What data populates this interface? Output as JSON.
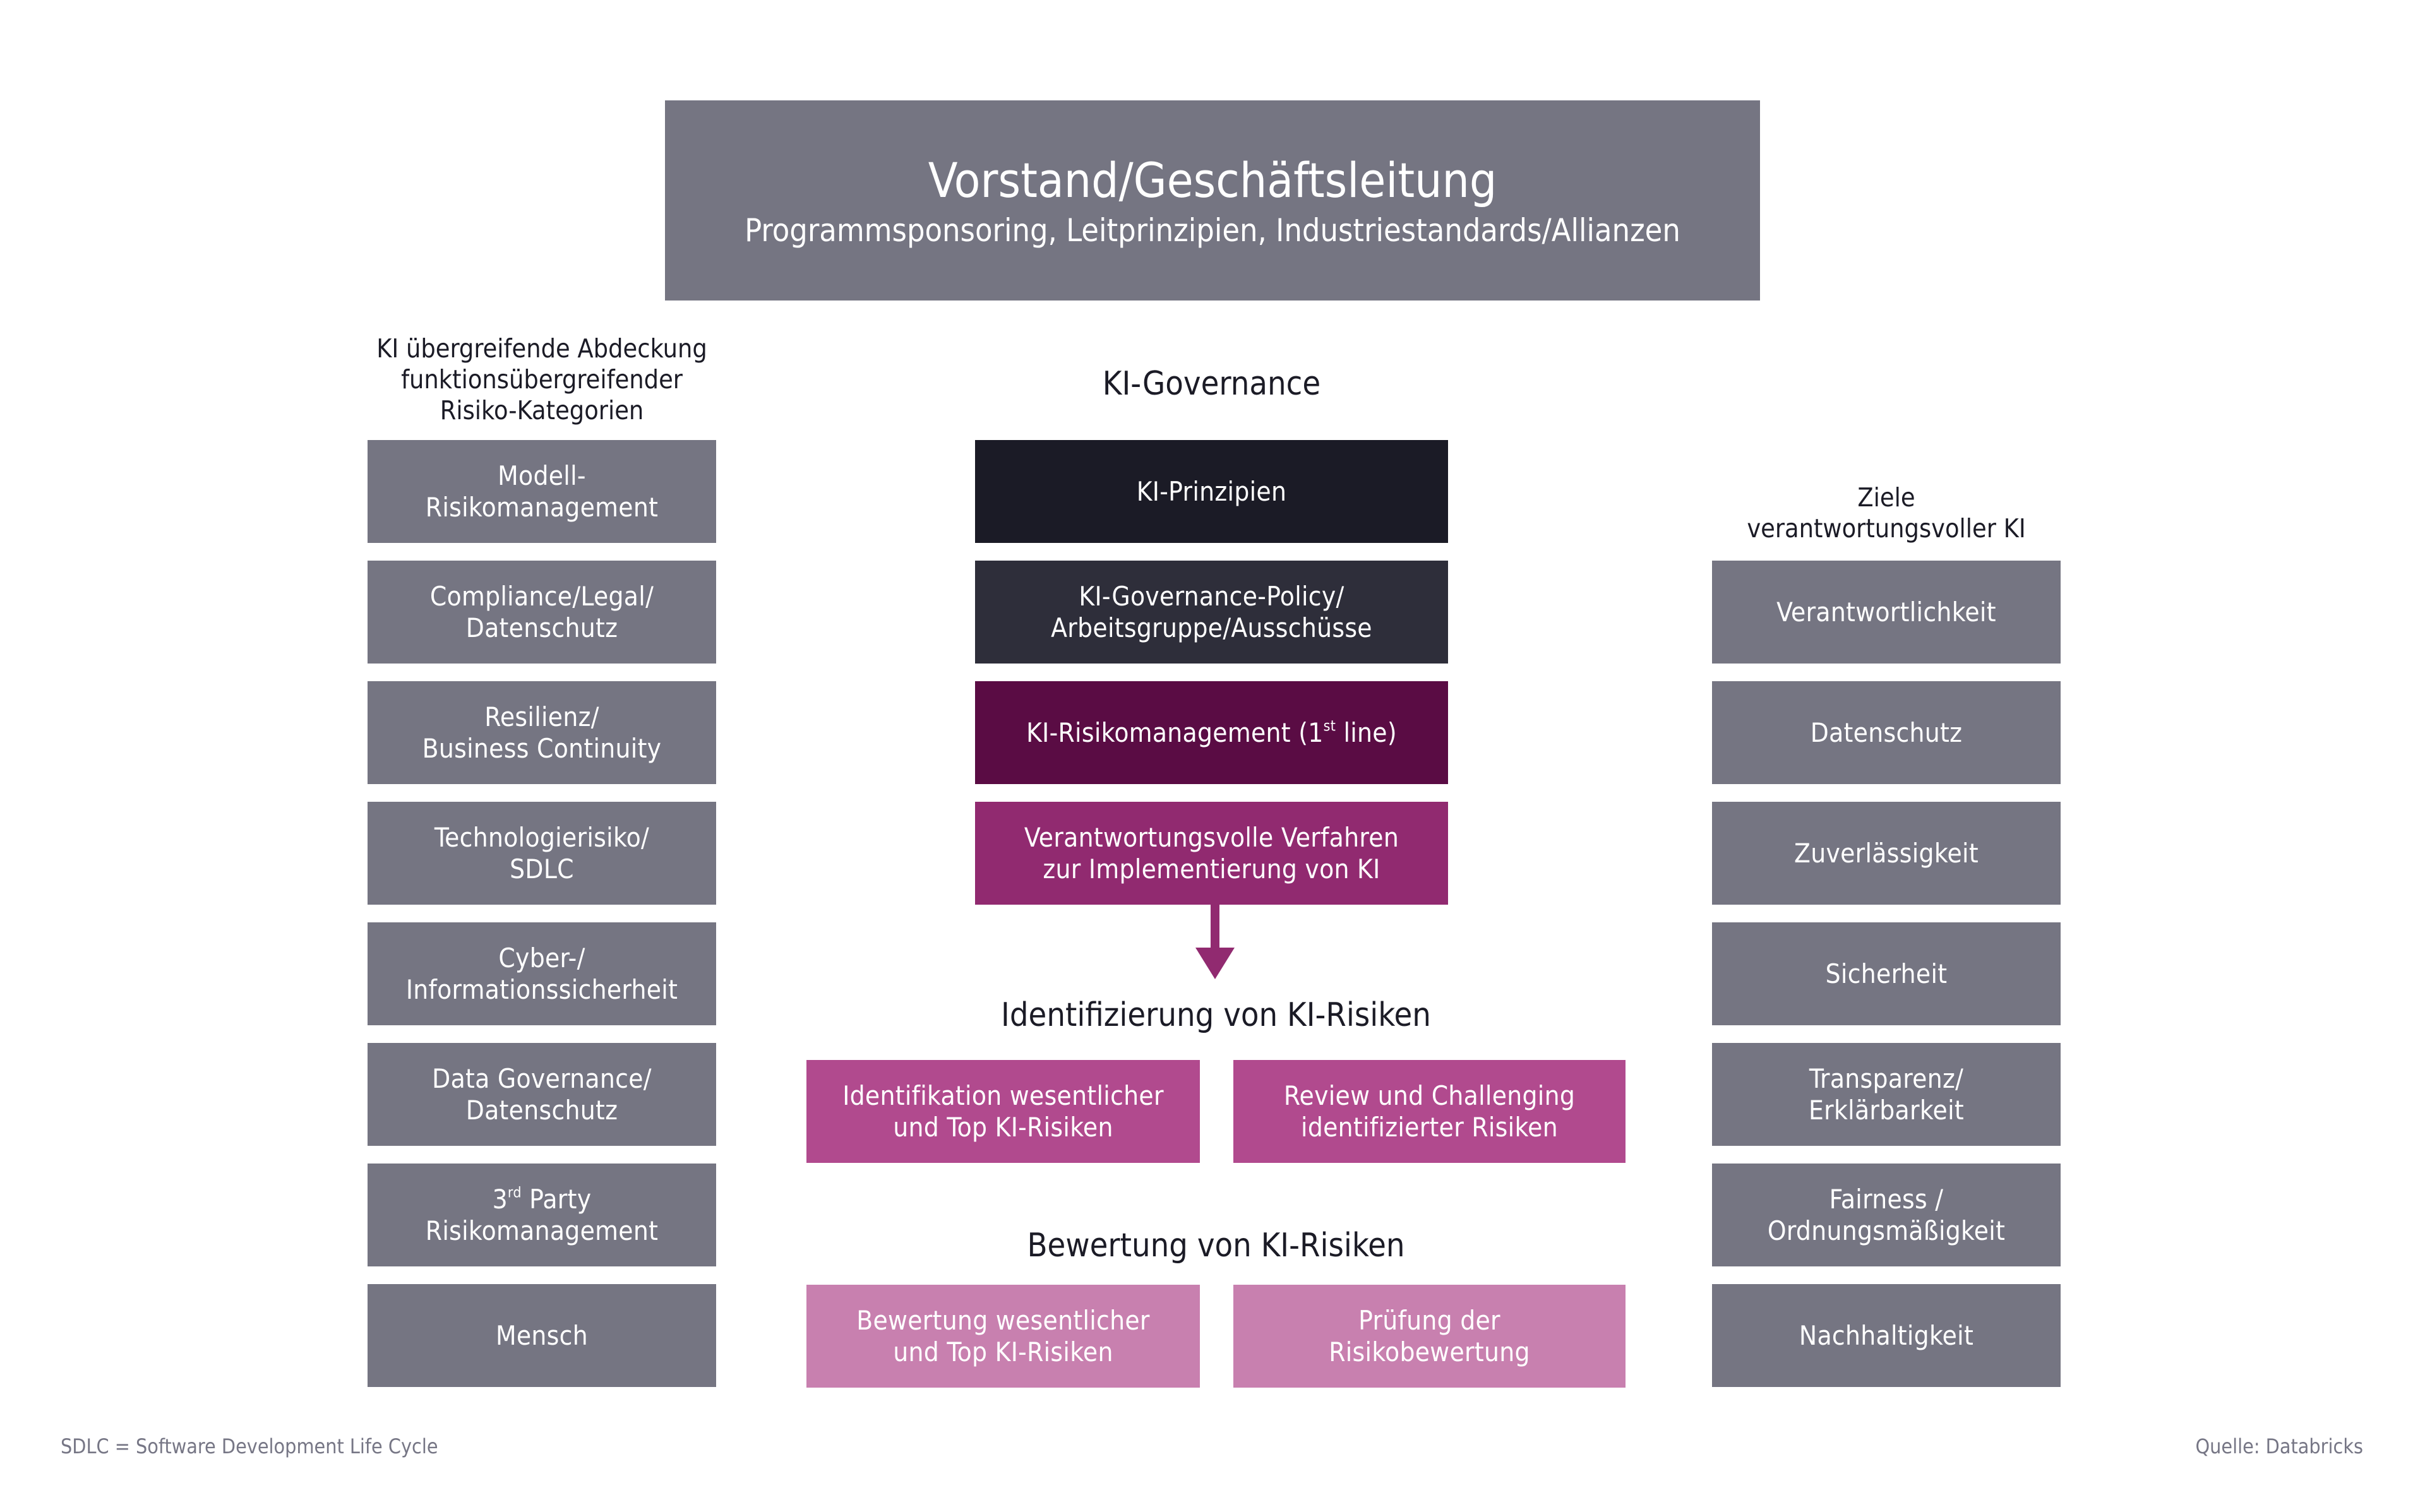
{
  "colors": {
    "gray_box": "#757582",
    "ki_prinzipien": "#1b1b26",
    "governance_policy": "#2e2e3a",
    "risk_management": "#5a0c44",
    "responsible_procedures": "#912a70",
    "identification": "#b14a8e",
    "assessment": "#c880af",
    "heading_text": "#1b1b26",
    "footer_text": "#767685"
  },
  "top": {
    "title": "Vorstand/Geschäftsleitung",
    "subtitle": "Programmsponsoring, Leitprinzipien, Industriestandards/Allianzen"
  },
  "left": {
    "heading": "KI übergreifende Abdeckung\nfunktionsübergreifender\nRisiko-Kategorien",
    "items": [
      {
        "label": "Modell-\nRisikomanagement"
      },
      {
        "label": "Compliance/Legal/\nDatenschutz"
      },
      {
        "label": "Resilienz/\nBusiness Continuity"
      },
      {
        "label": "Technologierisiko/\nSDLC"
      },
      {
        "label": "Cyber-/\nInformationssicherheit"
      },
      {
        "label": "Data Governance/\nDatenschutz"
      },
      {
        "label_prefix": "3",
        "label_sup": "rd",
        "label_rest": " Party\nRisikomanagement"
      },
      {
        "label": "Mensch"
      }
    ]
  },
  "center": {
    "heading": "KI-Governance",
    "items": [
      {
        "label": "KI-Prinzipien"
      },
      {
        "label": "KI-Governance-Policy/\nArbeitsgruppe/Ausschüsse"
      },
      {
        "label_prefix": "KI-Risikomanagement (1",
        "label_sup": "st",
        "label_rest": " line)"
      },
      {
        "label": "Verantwortungsvolle Verfahren\nzur Implementierung von KI"
      }
    ],
    "identification": {
      "heading": "Identifizierung von KI-Risiken",
      "items": [
        {
          "label": "Identifikation wesentlicher\nund Top KI-Risiken"
        },
        {
          "label": "Review und Challenging\nidentifizierter Risiken"
        }
      ]
    },
    "assessment": {
      "heading": "Bewertung von KI-Risiken",
      "items": [
        {
          "label": "Bewertung wesentlicher\nund Top KI-Risiken"
        },
        {
          "label": "Prüfung der\nRisikobewertung"
        }
      ]
    }
  },
  "right": {
    "heading": "Ziele\nverantwortungsvoller KI",
    "items": [
      {
        "label": "Verantwortlichkeit"
      },
      {
        "label": "Datenschutz"
      },
      {
        "label": "Zuverlässigkeit"
      },
      {
        "label": "Sicherheit"
      },
      {
        "label": "Transparenz/\nErklärbarkeit"
      },
      {
        "label": "Fairness /\nOrdnungsmäßigkeit"
      },
      {
        "label": "Nachhaltigkeit"
      }
    ]
  },
  "footer": {
    "note": "SDLC = Software Development Life Cycle",
    "source": "Quelle: Databricks"
  }
}
